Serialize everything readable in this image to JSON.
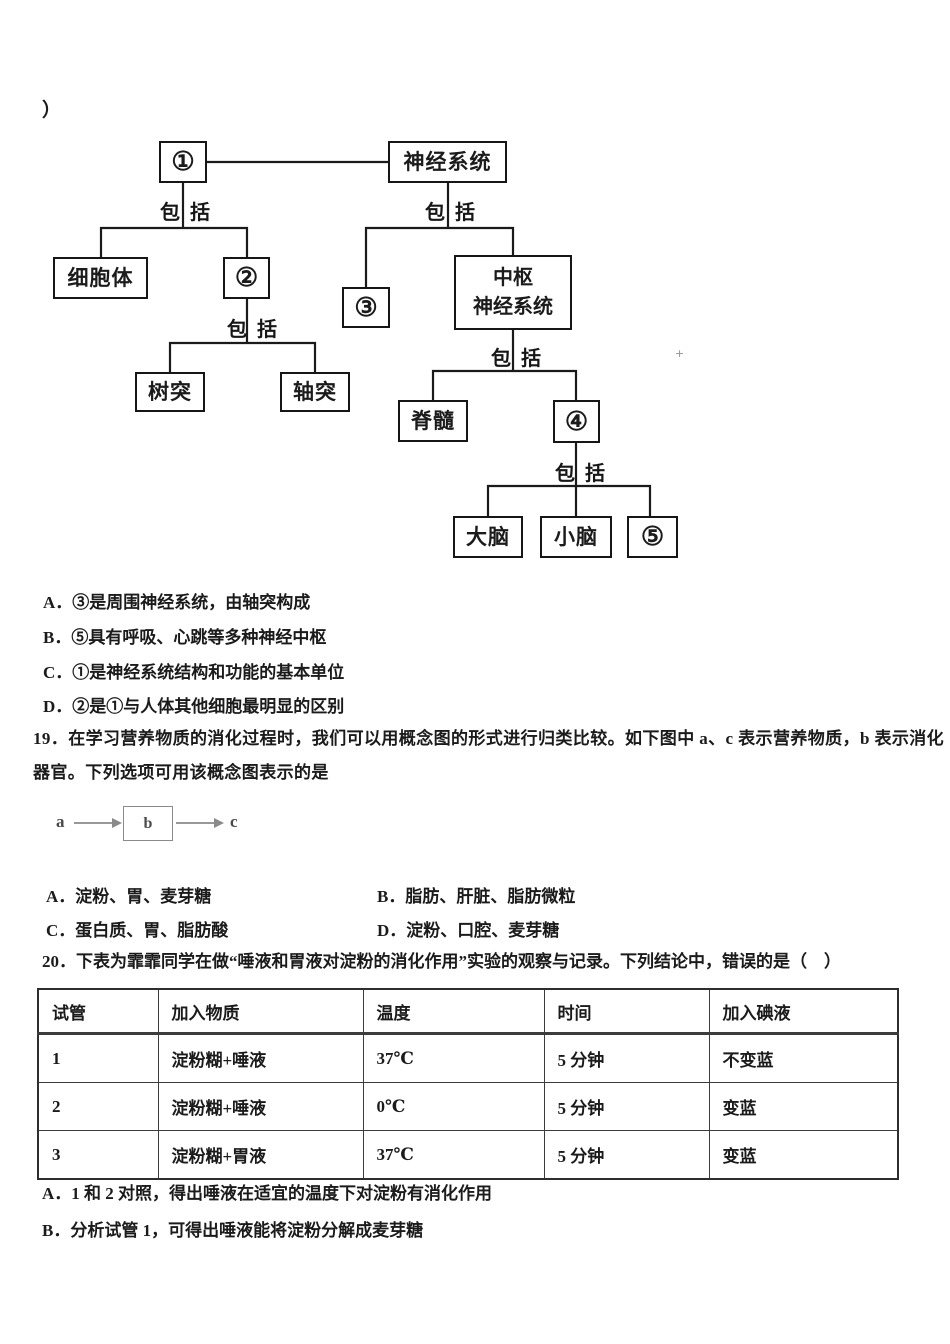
{
  "page": {
    "stray_paren": "）",
    "plus_mark": "+"
  },
  "q18": {
    "flowchart": {
      "include_label": "包 括",
      "boxes": {
        "b1": "①",
        "nervous_system": "神经系统",
        "cell_body": "细胞体",
        "b2": "②",
        "b3": "③",
        "cns": "中枢\n神经系统",
        "dendrite": "树突",
        "axon": "轴突",
        "spinal_cord": "脊髓",
        "b4": "④",
        "cerebrum": "大脑",
        "cerebellum": "小脑",
        "b5": "⑤"
      },
      "edges": [
        {
          "from": "①",
          "relation": "连接",
          "to": [
            "神经系统"
          ]
        },
        {
          "from": "①",
          "relation": "包括",
          "to": [
            "细胞体",
            "②"
          ]
        },
        {
          "from": "神经系统",
          "relation": "包括",
          "to": [
            "③",
            "中枢神经系统"
          ]
        },
        {
          "from": "②",
          "relation": "包括",
          "to": [
            "树突",
            "轴突"
          ]
        },
        {
          "from": "中枢神经系统",
          "relation": "包括",
          "to": [
            "脊髓",
            "④"
          ]
        },
        {
          "from": "④",
          "relation": "包括",
          "to": [
            "大脑",
            "小脑",
            "⑤"
          ]
        }
      ]
    },
    "options": [
      "A．③是周围神经系统，由轴突构成",
      "B．⑤具有呼吸、心跳等多种神经中枢",
      "C．①是神经系统结构和功能的基本单位",
      "D．②是①与人体其他细胞最明显的区别"
    ]
  },
  "q19": {
    "stem_line1": "19．在学习营养物质的消化过程时，我们可以用概念图的形式进行归类比较。如下图中 a、c 表示营养物质，b 表示消化",
    "stem_line2": "器官。下列选项可用该概念图表示的是",
    "diagram": {
      "a": "a",
      "b": "b",
      "c": "c"
    },
    "options": [
      "A．淀粉、胃、麦芽糖",
      "B．脂肪、肝脏、脂肪微粒",
      "C．蛋白质、胃、脂肪酸",
      "D．淀粉、口腔、麦芽糖"
    ]
  },
  "q20": {
    "stem": "20．下表为霏霏同学在做“唾液和胃液对淀粉的消化作用”实验的观察与记录。下列结论中，错误的是（　）",
    "table": {
      "headers": [
        "试管",
        "加入物质",
        "温度",
        "时间",
        "加入碘液"
      ],
      "rows": [
        [
          "1",
          "淀粉糊+唾液",
          "37℃",
          "5 分钟",
          "不变蓝"
        ],
        [
          "2",
          "淀粉糊+唾液",
          "0℃",
          "5 分钟",
          "变蓝"
        ],
        [
          "3",
          "淀粉糊+胃液",
          "37℃",
          "5 分钟",
          "变蓝"
        ]
      ]
    },
    "options": [
      "A．1 和 2 对照，得出唾液在适宜的温度下对淀粉有消化作用",
      "B．分析试管 1，可得出唾液能将淀粉分解成麦芽糖"
    ]
  }
}
